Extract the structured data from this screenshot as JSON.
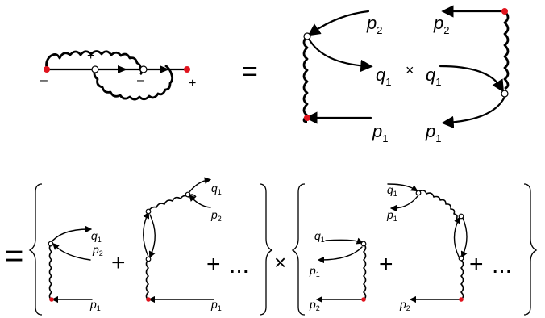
{
  "equation": {
    "equals_1": "=",
    "times_1": "×",
    "equals_2": "=",
    "plus": "+",
    "ellipsis": "...",
    "times_2": "×"
  },
  "left_diagram": {
    "sign_plus_top": "+",
    "sign_minus_left": "–",
    "sign_minus_mid": "–",
    "sign_plus_right": "+"
  },
  "momenta": {
    "p": "p",
    "q": "q",
    "sub_1": "1",
    "sub_2": "2"
  },
  "colors": {
    "vertex_external": "#e0141e",
    "vertex_internal": "#ffffff",
    "ink": "#000000"
  }
}
